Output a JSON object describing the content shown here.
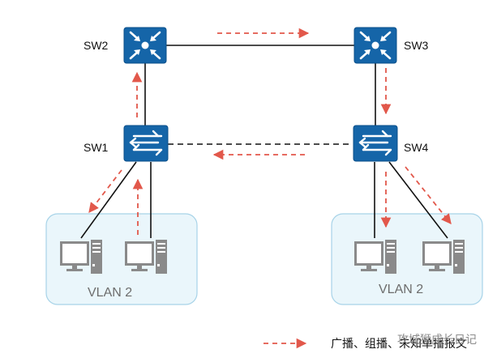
{
  "switches": {
    "sw1": "SW1",
    "sw2": "SW2",
    "sw3": "SW3",
    "sw4": "SW4"
  },
  "vlans": {
    "left": "VLAN 2",
    "right": "VLAN 2"
  },
  "legend": {
    "label": "广播、组播、未知单播报文",
    "watermark": "攻城狮成长日记"
  },
  "colors": {
    "switch_fill": "#1565a8",
    "switch_stroke": "#0b4f8a",
    "vlan_fill": "#eaf6fb",
    "vlan_stroke": "#a7d3e8",
    "traffic_arrow": "#e2584b",
    "link": "#111111",
    "pc_gray": "#8a8a8a"
  },
  "icons": {
    "router_switch": "l3-switch-icon",
    "access_switch": "l2-switch-icon",
    "pc": "pc-icon"
  }
}
